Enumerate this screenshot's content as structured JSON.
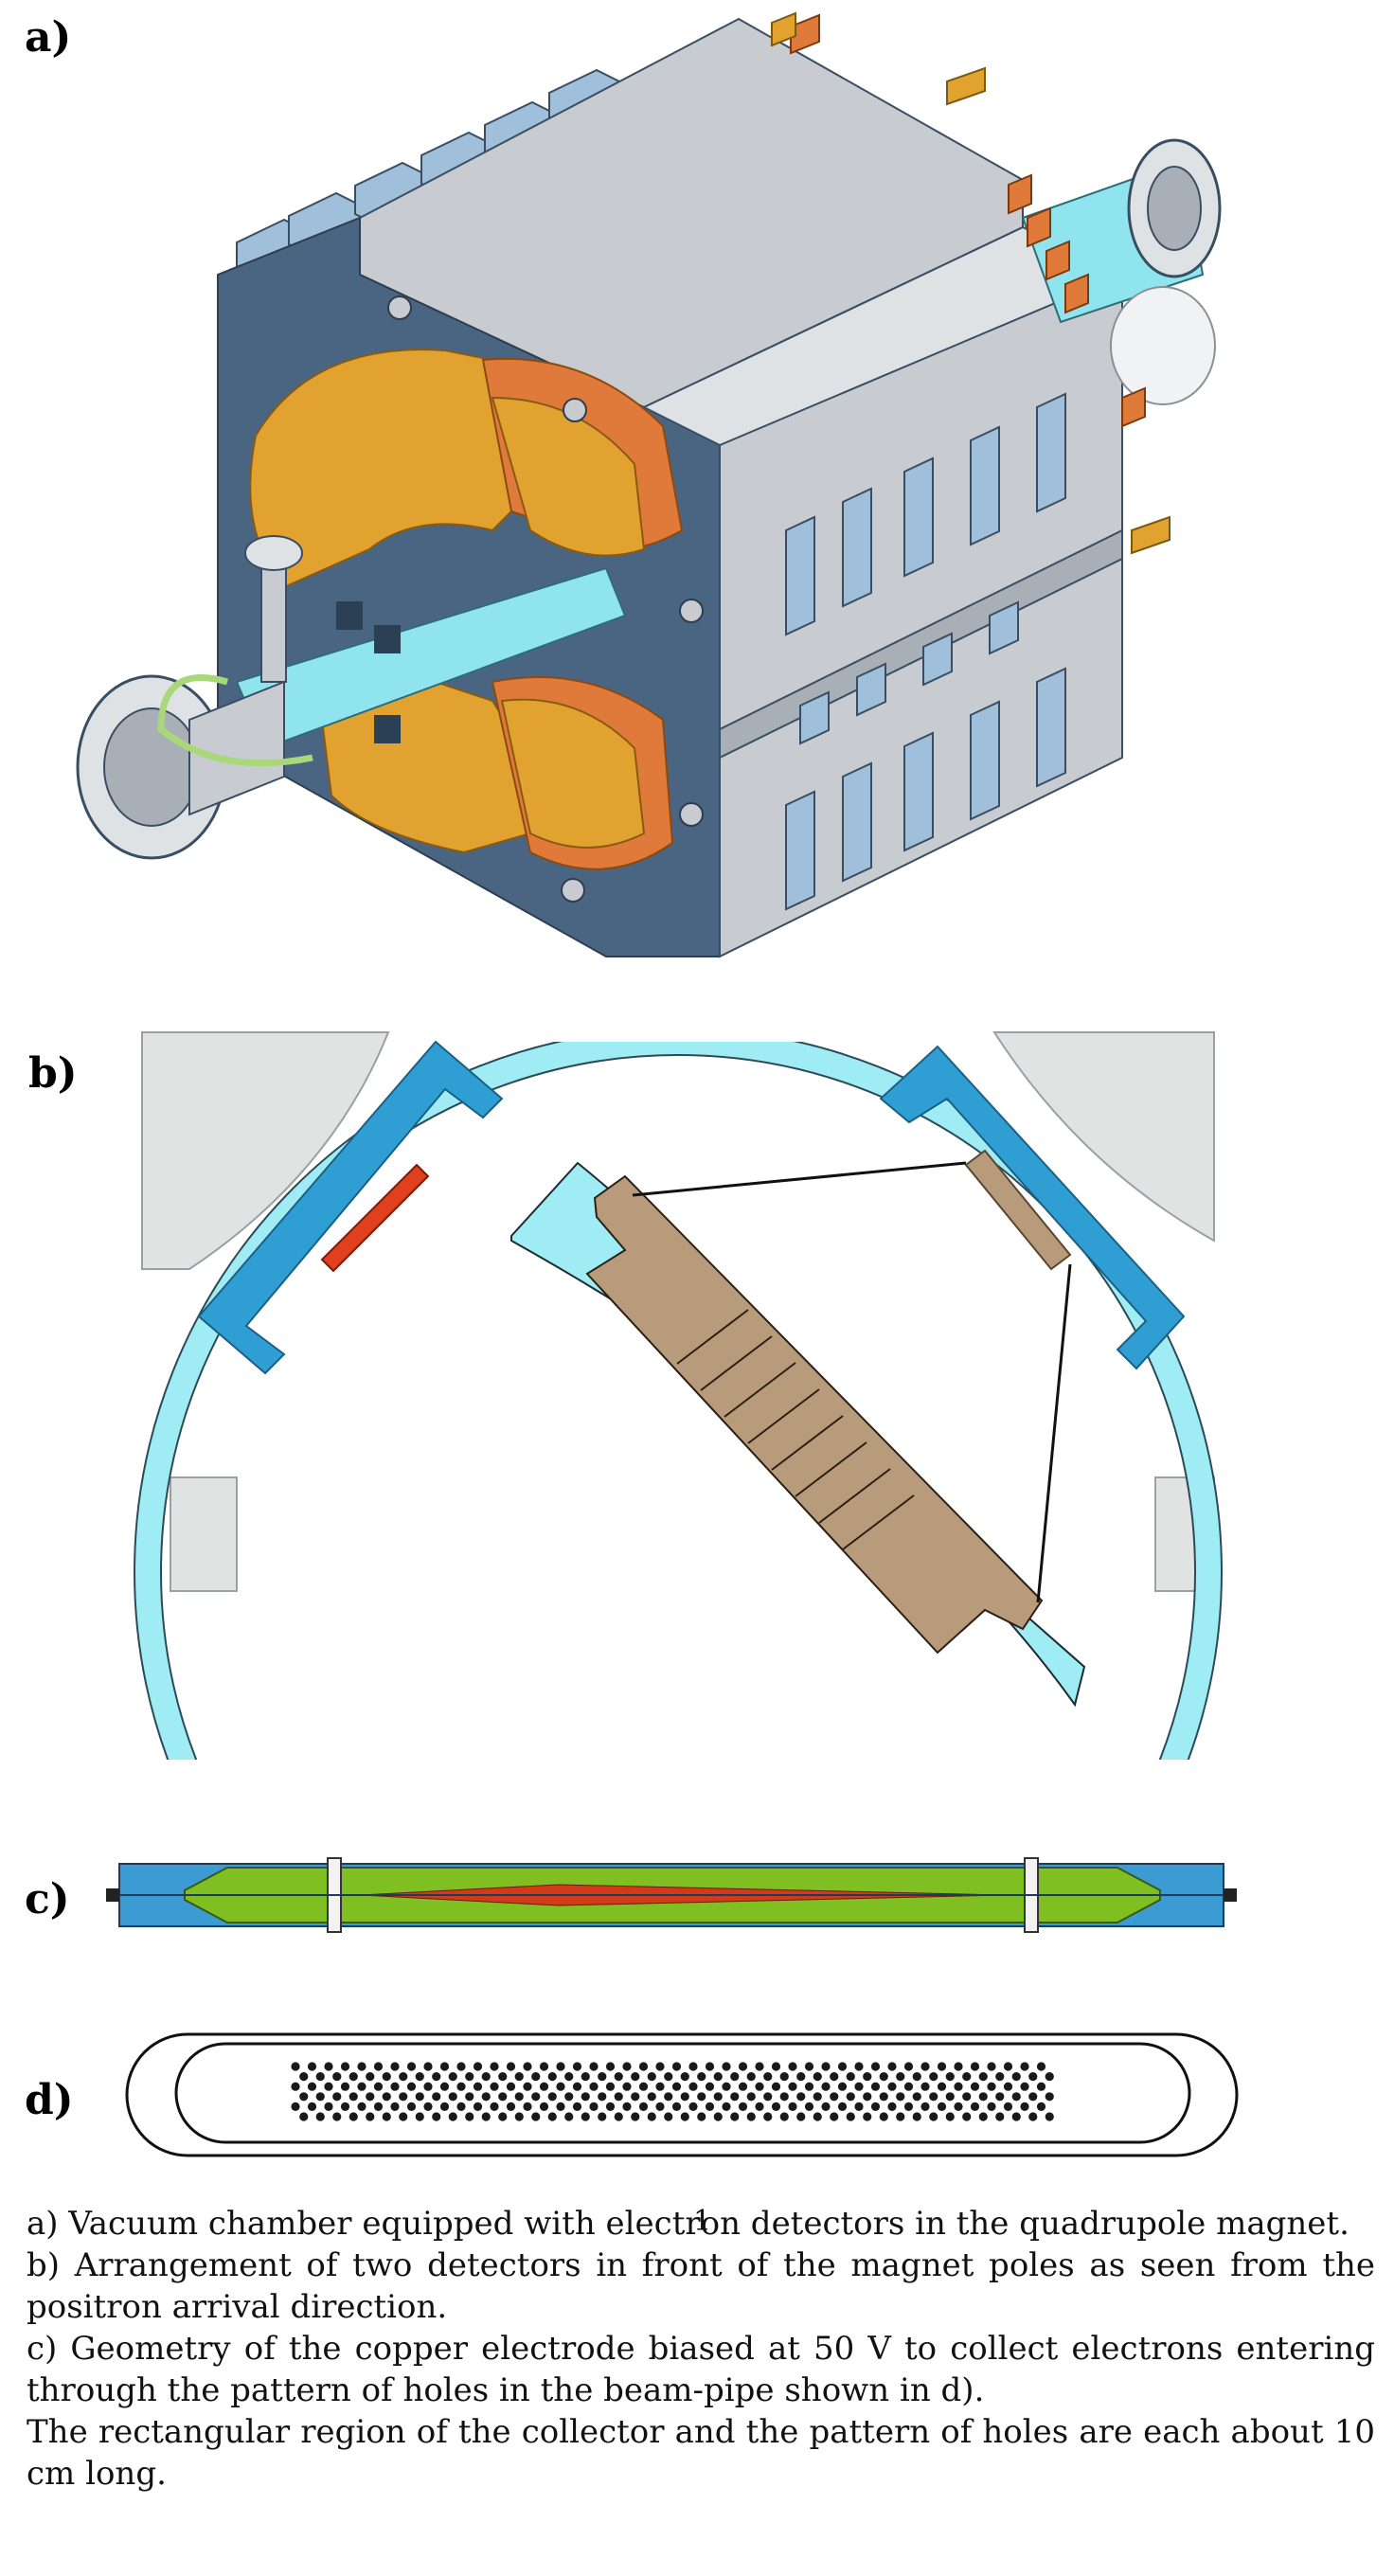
{
  "labels": {
    "a": "a)",
    "b": "b)",
    "c": "c)",
    "d": "d)"
  },
  "page_number": "1",
  "caption": {
    "line_a": "a) Vacuum chamber equipped with electron detectors in the quadrupole magnet.",
    "line_b": "b) Arrangement of two detectors in front of the magnet poles as seen from the positron arrival direction.",
    "line_c": "c) Geometry of the copper electrode biased at 50 V to collect electrons entering through the pattern of holes in the beam-pipe shown in d).",
    "line_d": "The rectangular region of the collector and the pattern of holes are each about 10 cm long."
  },
  "colors": {
    "steel_dark": "#4a6582",
    "steel_light": "#c8ccd0",
    "steel_mid": "#a8afb6",
    "coil_gold": "#e2a230",
    "coil_orange": "#e07a3a",
    "pipe_cyan": "#8fe4ee",
    "tab_blue": "#9fbfdb",
    "detector_blue": "#2f9fd3",
    "collector_brown": "#b89b7a",
    "collector_red": "#e0401e",
    "electrode_green": "#7fbf22",
    "electrode_red": "#d23a1a"
  },
  "hole_pattern": {
    "rows": 6,
    "cols": 46
  }
}
